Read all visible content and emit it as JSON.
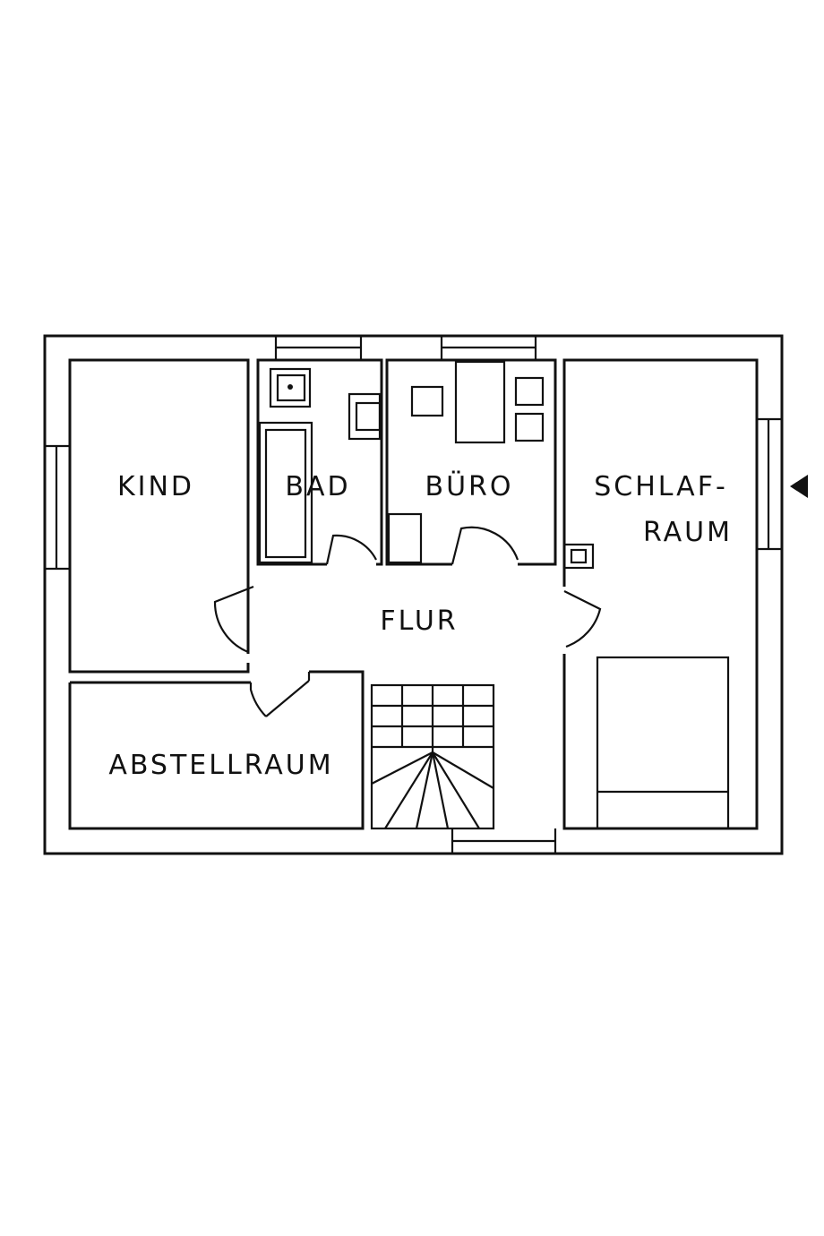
{
  "rooms": {
    "kind": "KIND",
    "bad": "BAD",
    "buero": "BÜRO",
    "schlafraum_line1": "SCHLAF-",
    "schlafraum_line2": "RAUM",
    "flur": "FLUR",
    "abstellraum": "ABSTELLRAUM"
  },
  "entrance_marker": "entrance-arrow-icon",
  "colors": {
    "line": "#111111",
    "background": "#ffffff"
  }
}
